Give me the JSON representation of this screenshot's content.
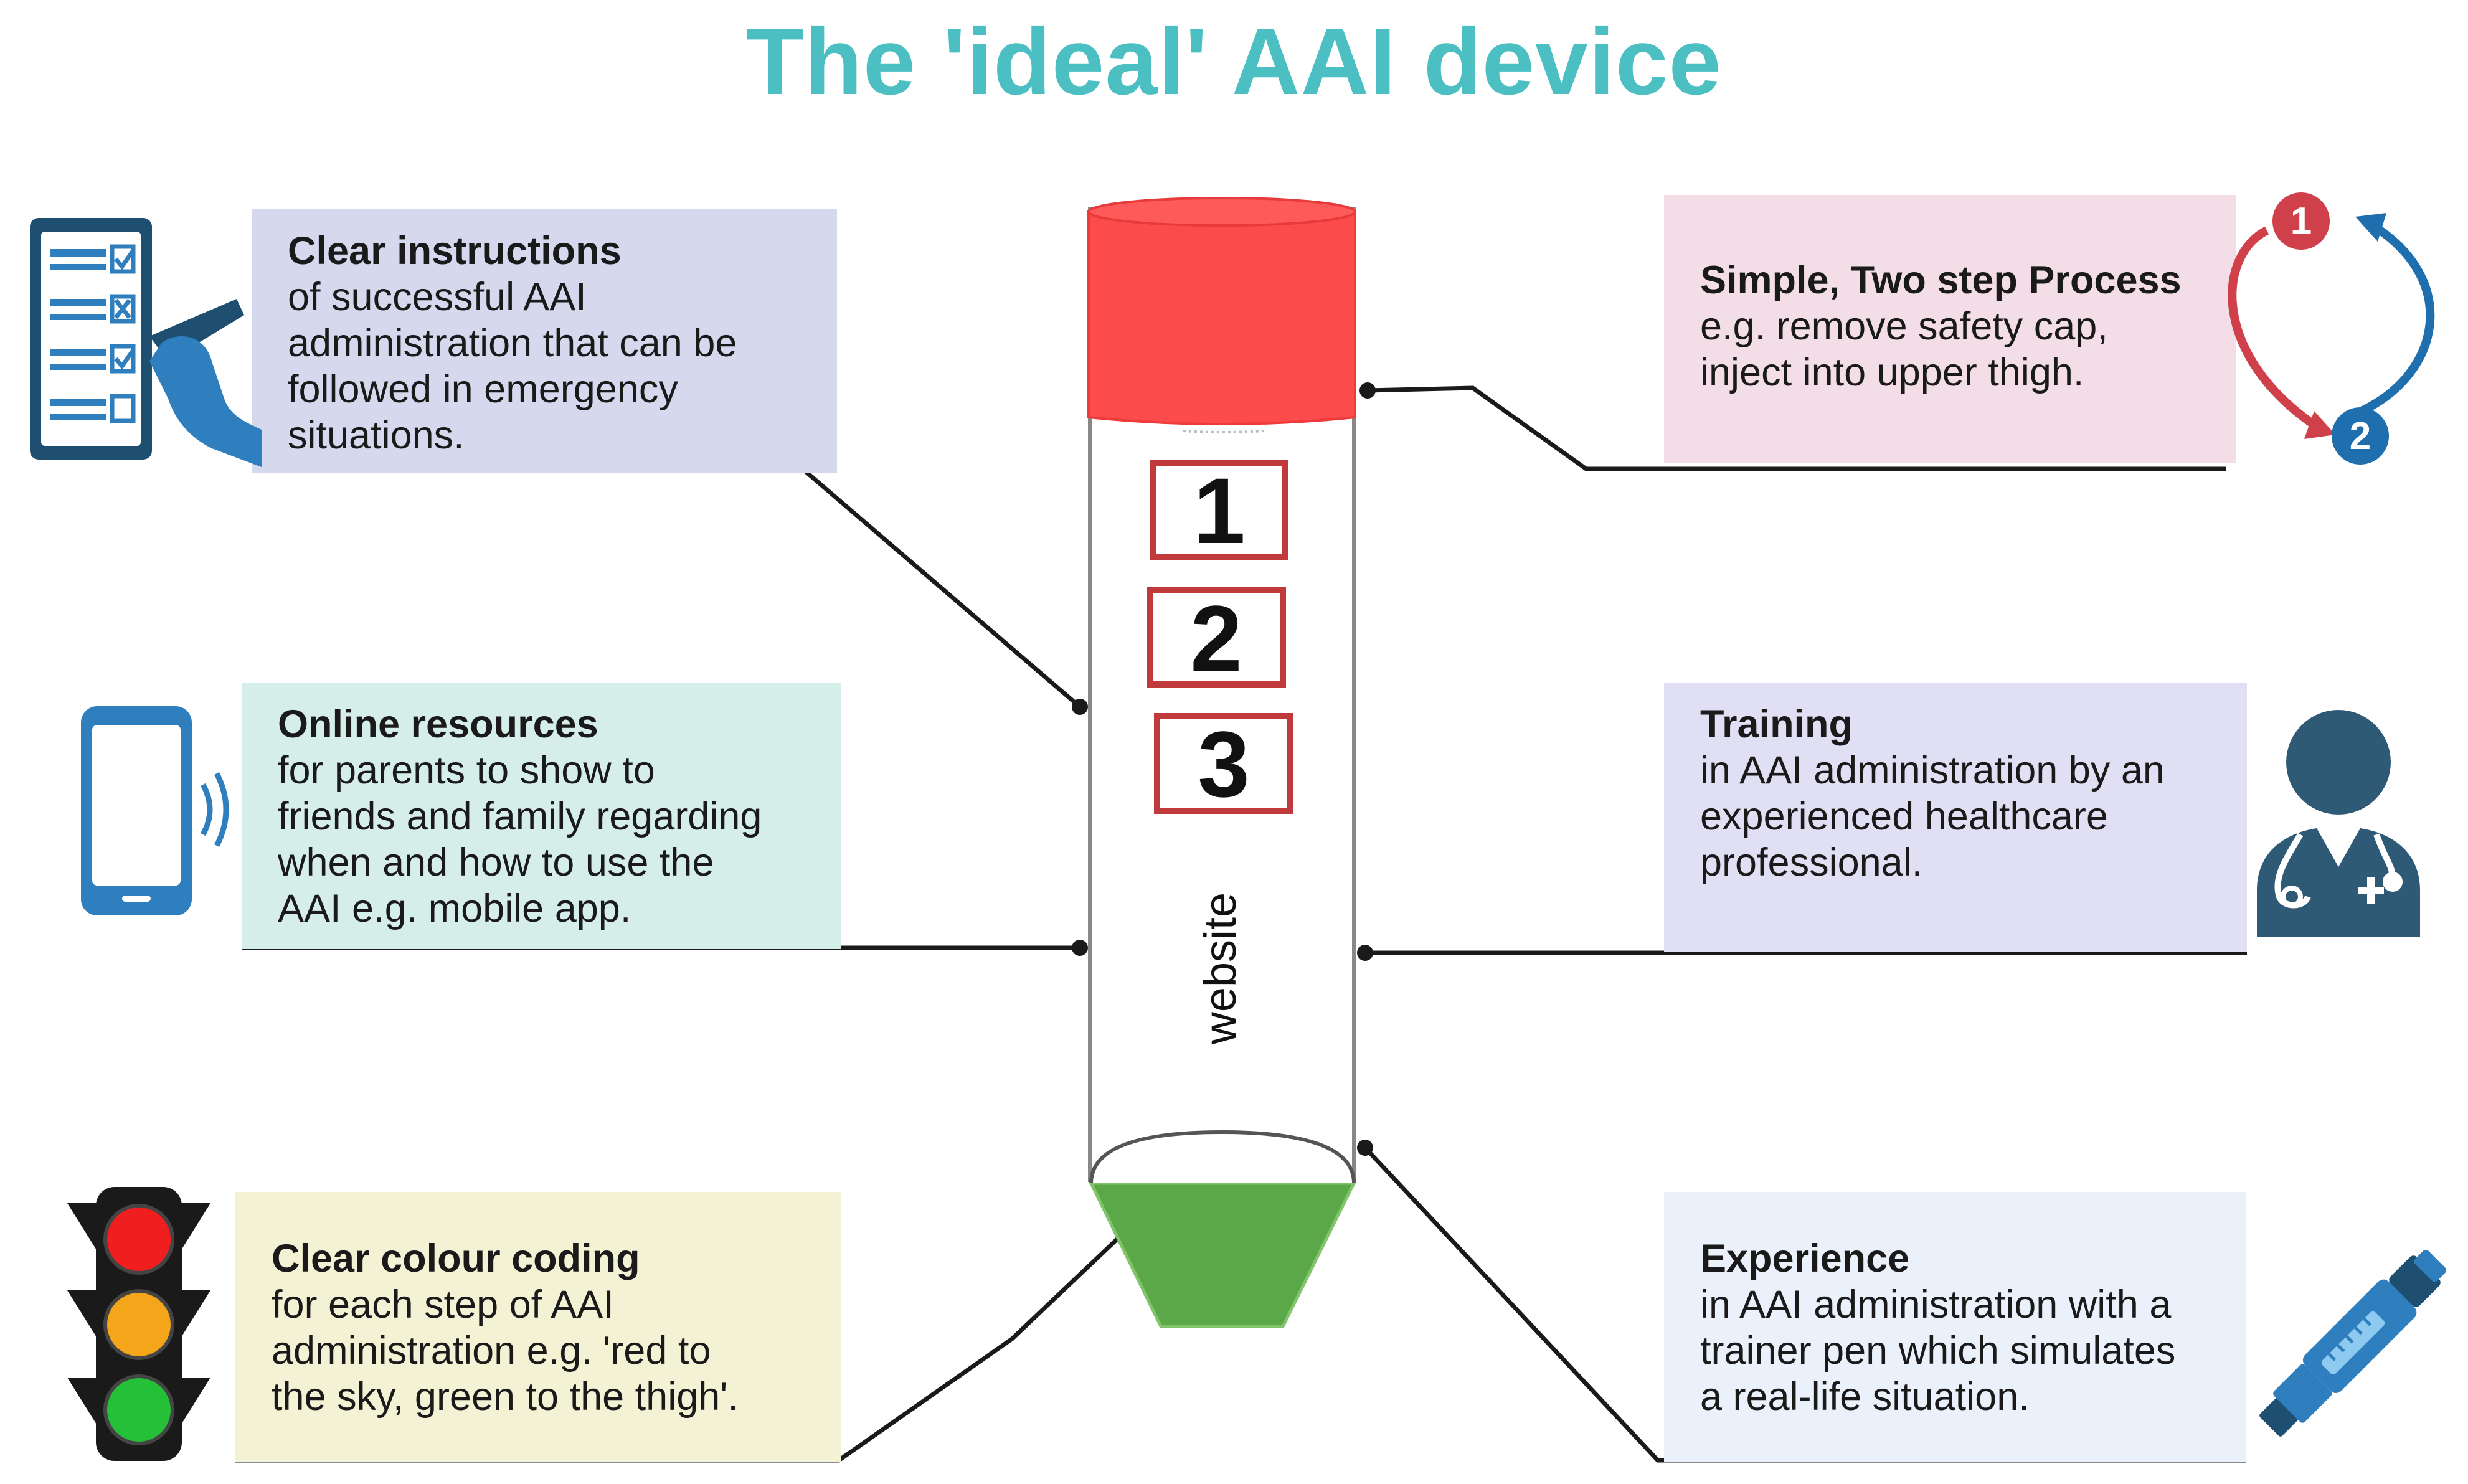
{
  "title": "The 'ideal' AAI device",
  "device": {
    "steps": [
      "1",
      "2",
      "3"
    ],
    "label": "website",
    "colors": {
      "cap": "#fc4b4b",
      "tip": "#5aa847",
      "step_border": "#c0393b"
    }
  },
  "boxes": {
    "instructions": {
      "heading": "Clear instructions",
      "lines": [
        "of successful AAI",
        "administration that can be",
        "followed in emergency",
        "situations."
      ]
    },
    "online": {
      "heading": "Online resources",
      "lines": [
        "for parents to show to",
        "friends and family regarding",
        "when and how to use the",
        "AAI e.g. mobile app."
      ]
    },
    "colour": {
      "heading": "Clear colour coding",
      "lines": [
        "for each step of AAI",
        "administration e.g. 'red to",
        "the sky, green to the thigh'."
      ]
    },
    "simple": {
      "heading": "Simple, Two step Process",
      "lines": [
        "e.g. remove safety cap,",
        "inject into upper thigh."
      ]
    },
    "training": {
      "heading": "Training",
      "lines": [
        "in AAI administration by an",
        "experienced healthcare",
        "professional."
      ]
    },
    "experience": {
      "heading": "Experience",
      "lines": [
        "in AAI administration with a",
        "trainer pen which simulates",
        "a real-life situation."
      ]
    }
  },
  "cycle": {
    "step1": "1",
    "step2": "2",
    "colors": {
      "step1": "#d0404a",
      "step2": "#1f6fae"
    }
  },
  "icons": [
    "checklist-icon",
    "mobile-phone-icon",
    "traffic-light-icon",
    "two-step-cycle-icon",
    "doctor-icon",
    "auto-injector-pen-icon"
  ],
  "colors": {
    "title": "#4bbfc1",
    "icon_blue": "#2f7fbf",
    "icon_dark": "#1f4f70",
    "doctor": "#2f5a75"
  }
}
